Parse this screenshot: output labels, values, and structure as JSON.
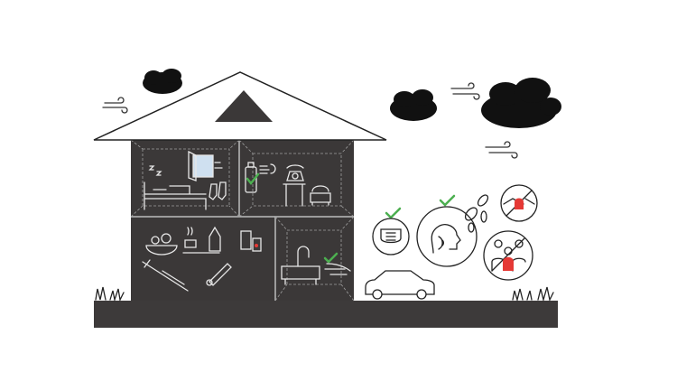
{
  "colors": {
    "background": "#ffffff",
    "house": "#3b3838",
    "ground": "#3d3a3a",
    "line_art": "#e8e8e8",
    "check": "#4caf50",
    "stop": "#e53935",
    "cloud": "#111111"
  },
  "scene": {
    "rooms": [
      {
        "name": "bedroom",
        "icons": [
          "sleep-z-icon",
          "bed-icon",
          "open-window-icon",
          "socks-icon"
        ]
      },
      {
        "name": "living-room",
        "icons": [
          "spray-can-icon",
          "air-puff-icon",
          "telephone-icon",
          "side-table-icon",
          "armchair-icon"
        ]
      },
      {
        "name": "kitchen",
        "icons": [
          "salad-bowl-icon",
          "tea-set-icon",
          "pills-icon",
          "syringe-icon",
          "thermometer-icon"
        ]
      },
      {
        "name": "bathroom",
        "icons": [
          "bathtub-icon",
          "faucet-icon",
          "hand-washing-icon"
        ]
      }
    ],
    "outside_icons": [
      "face-mask-icon",
      "coughing-person-icon",
      "germs-icon",
      "no-handshake-icon",
      "no-crowd-icon",
      "car-icon",
      "cloud-icon",
      "wind-icon",
      "grass-icon"
    ]
  }
}
